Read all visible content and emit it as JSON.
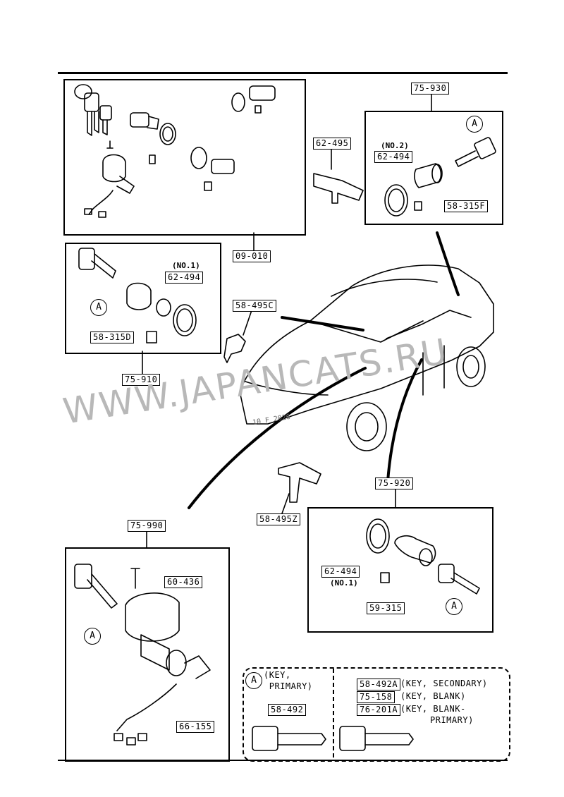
{
  "watermark": "WWW.JAPANCATS.RU",
  "figure_id": "10 F 2026",
  "circle_letter": "A",
  "parts": {
    "p09_010": "09-010",
    "p75_930": "75-930",
    "p62_495": "62-495",
    "p62_494_no2": "62-494",
    "p58_315F": "58-315F",
    "p62_494_no1": "62-494",
    "p58_315D": "58-315D",
    "p75_910": "75-910",
    "p58_495C": "58-495C",
    "p75_920": "75-920",
    "p58_495Z": "58-495Z",
    "p75_990": "75-990",
    "p60_436": "60-436",
    "p66_155": "66-155",
    "p62_494_b": "62-494",
    "p59_315": "59-315",
    "p58_492": "58-492",
    "p58_492A": "58-492A",
    "p75_158": "75-158",
    "p76_201A": "76-201A"
  },
  "notes": {
    "no2": "(NO.2)",
    "no1_top": "(NO.1)",
    "no1_bottom": "(NO.1)"
  },
  "legend": {
    "primary_line1": "(KEY,",
    "primary_line2": " PRIMARY)",
    "secondary": "(KEY, SECONDARY)",
    "blank": "(KEY, BLANK)",
    "blank_primary_line1": "(KEY, BLANK-",
    "blank_primary_line2": "PRIMARY)"
  }
}
